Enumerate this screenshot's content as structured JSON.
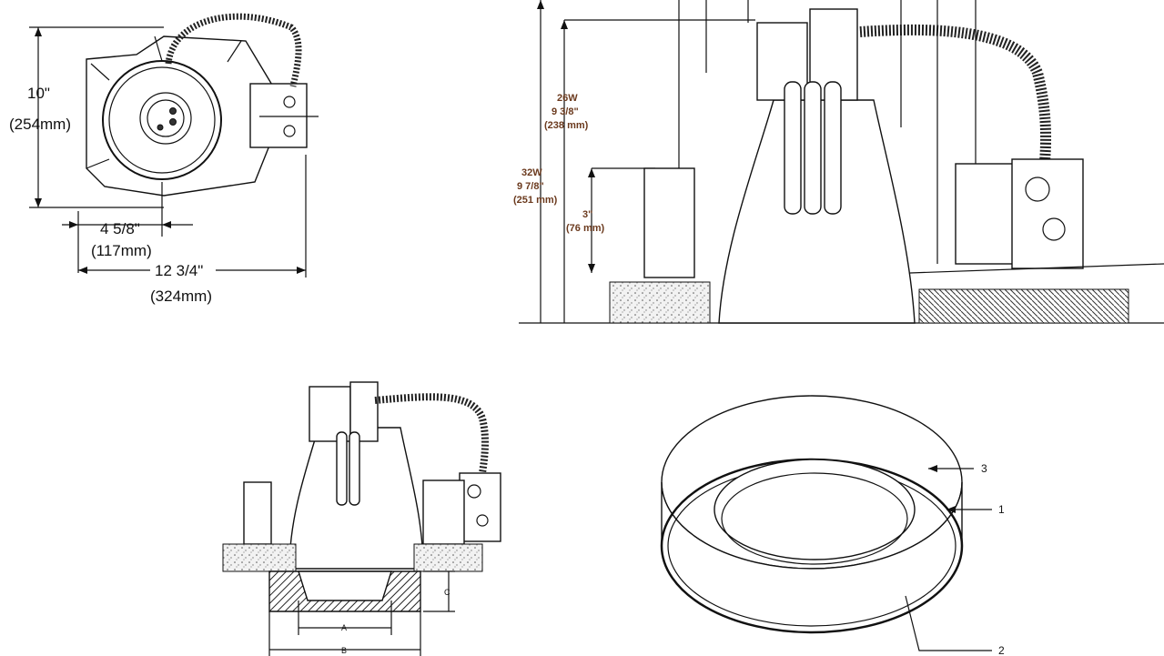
{
  "top_view": {
    "height_label": "10\"",
    "height_mm": "(254mm)",
    "aperture_label": "4 5/8\"",
    "aperture_mm": "(117mm)",
    "width_label": "12 3/4\"",
    "width_mm": "(324mm)"
  },
  "side_view": {
    "w26_label": "26W",
    "w26_in": "9 3/8\"",
    "w26_mm": "(238 mm)",
    "w32_label": "32W",
    "w32_in": "9 7/8\"",
    "w32_mm": "(251 mm)",
    "depth_in": "3\"",
    "depth_mm": "(76 mm)"
  },
  "install_view": {
    "dim_a": "A",
    "dim_b": "B",
    "dim_c": "C"
  },
  "trim_view": {
    "callout_1": "1",
    "callout_2": "2",
    "callout_3": "3"
  }
}
